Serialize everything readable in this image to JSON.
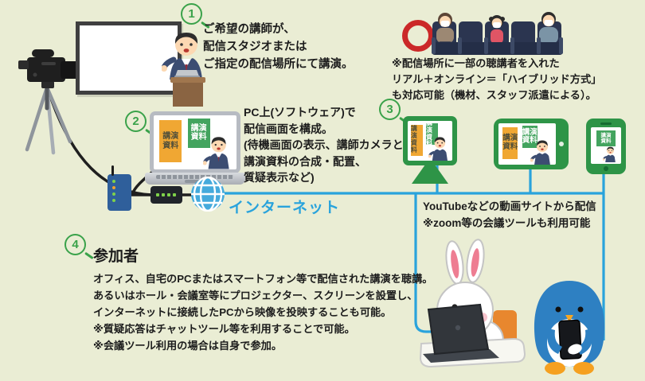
{
  "steps": {
    "s1": {
      "num": "1",
      "lines": [
        "ご希望の講師が、",
        "配信スタジオまたは",
        "ご指定の配信場所にて講演。"
      ]
    },
    "s2": {
      "num": "2",
      "lines": [
        "PC上(ソフトウェア)で",
        "配信画面を構成。",
        "(待機画面の表示、講師カメラと",
        "講演資料の合成・配置、",
        "質疑表示など)"
      ]
    },
    "s3": {
      "num": "3"
    },
    "s4": {
      "num": "4",
      "heading": "参加者",
      "lines": [
        "オフィス、自宅のPCまたはスマートフォン等で配信された講演を聴講。",
        "あるいはホール・会議室等にプロジェクター、スクリーンを設置し、",
        "インターネットに接続したPCから映像を投映することも可能。",
        "※質疑応答はチャットツール等を利用することで可能。",
        "※会議ツール利用の場合は自身で参加。"
      ]
    }
  },
  "hybrid_note": {
    "lines": [
      "※配信場所に一部の聴講者を入れた",
      "リアル＋オンライン＝「ハイブリッド方式」",
      "も対応可能（機材、スタッフ派遣による）。"
    ]
  },
  "internet_label": "インターネット",
  "delivery_note": {
    "lines": [
      "YouTubeなどの動画サイトから配信",
      "※zoom等の会議ツールも利用可能"
    ]
  },
  "screen_label": {
    "l1": "講演",
    "l2": "資料"
  },
  "icons": {
    "globe": "globe-icon",
    "video_camera": "video-camera-icon",
    "red_ring": "hybrid-ok-ring-icon"
  },
  "colors": {
    "background": "#eaedd4",
    "line_blue": "#29a3dc",
    "device_green": "#2e9447",
    "box_orange": "#f0a733",
    "box_green": "#43a45f",
    "badge_green": "#3aa24a",
    "ring_red": "#cb2828"
  }
}
